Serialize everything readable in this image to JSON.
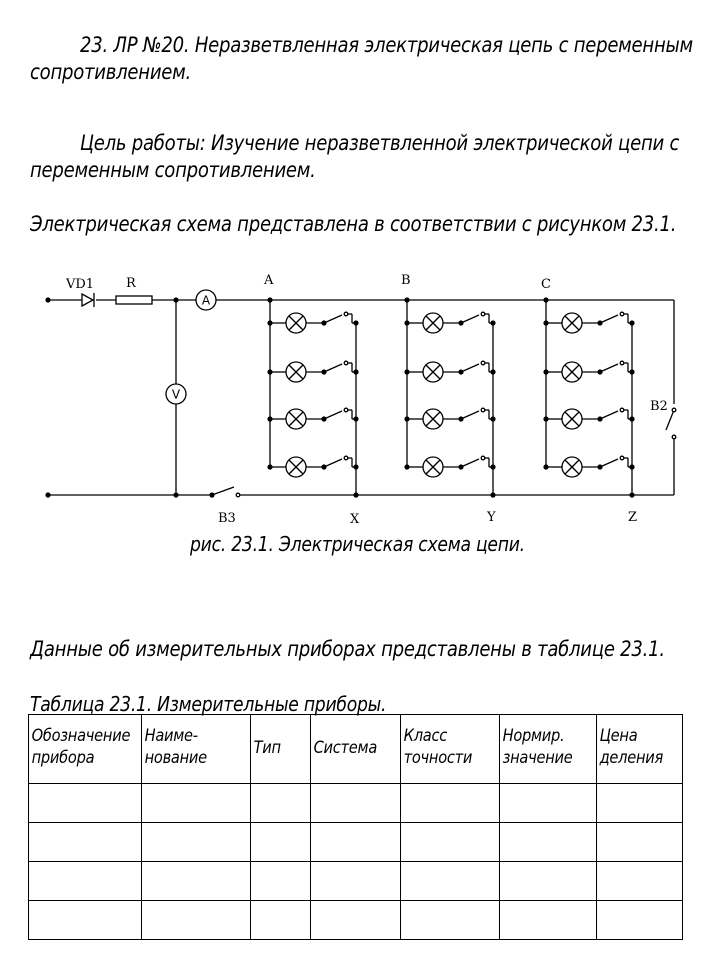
{
  "header": {
    "title_line1": "23.   ЛР №20. Неразветвленная электрическая цепь с переменным",
    "title_line2": "сопротивлением."
  },
  "goal": {
    "line1": "Цель работы: Изучение неразветвленной электрической цепи с",
    "line2": "переменным сопротивлением."
  },
  "scheme_text": "Электрическая схема представлена в соответствии с рисунком 23.1.",
  "circuit": {
    "diode_label": "VD1",
    "resistor_label": "R",
    "ammeter_symbol": "A",
    "voltmeter_symbol": "V",
    "node_labels_top": [
      "A",
      "B",
      "C"
    ],
    "node_labels_bottom": [
      "X",
      "Y",
      "Z"
    ],
    "switch_b3_label": "B3",
    "switch_b2_label": "B2"
  },
  "figure_caption": "рис.  23.1. Электрическая схема цепи.",
  "devices_text": "Данные об измерительных приборах представлены в таблице 23.1.",
  "table": {
    "title": "Таблица 23.1. Измерительные приборы.",
    "headers": [
      "Обозначение\nприбора",
      "Наиме-\nнование",
      "Тип",
      "Система",
      "Класс\nточности",
      "Нормир.\nзначение",
      "Цена\nделения"
    ],
    "rows": [
      [
        "",
        "",
        "",
        "",
        "",
        "",
        ""
      ],
      [
        "",
        "",
        "",
        "",
        "",
        "",
        ""
      ],
      [
        "",
        "",
        "",
        "",
        "",
        "",
        ""
      ],
      [
        "",
        "",
        "",
        "",
        "",
        "",
        ""
      ]
    ]
  }
}
